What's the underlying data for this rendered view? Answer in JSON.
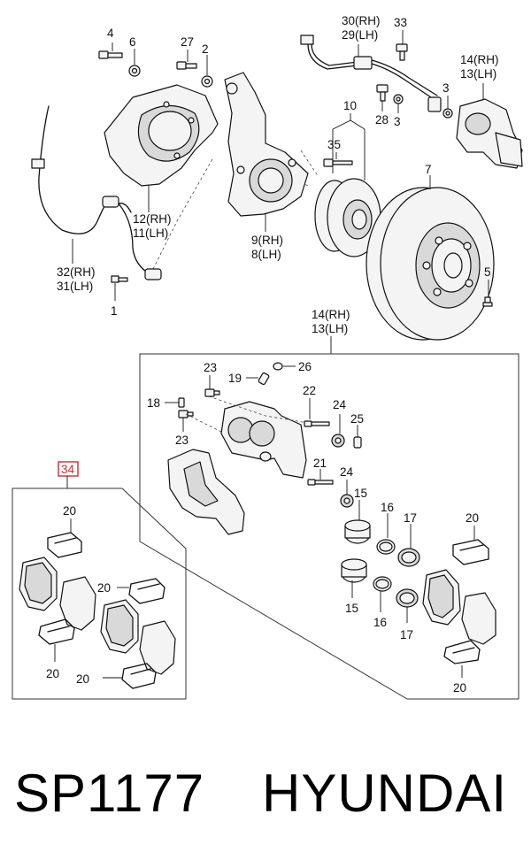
{
  "footer": {
    "part_code": "SP1177",
    "brand": "HYUNDAI"
  },
  "kit_label": "34",
  "colors": {
    "kit_label": "#c0313a"
  },
  "callouts": {
    "c1": "1",
    "c2": "2",
    "c3a": "3",
    "c3b": "3",
    "c4": "4",
    "c5": "5",
    "c6": "6",
    "c7": "7",
    "c8_9": [
      "9(RH)",
      "8(LH)"
    ],
    "c10": "10",
    "c11_12": [
      "12(RH)",
      "11(LH)"
    ],
    "c13_14_top": [
      "14(RH)",
      "13(LH)"
    ],
    "c13_14_mid": [
      "14(RH)",
      "13(LH)"
    ],
    "c15a": "15",
    "c15b": "15",
    "c16a": "16",
    "c16b": "16",
    "c17a": "17",
    "c17b": "17",
    "c18": "18",
    "c19": "19",
    "c20": [
      "20",
      "20",
      "20",
      "20",
      "20",
      "20"
    ],
    "c21": "21",
    "c22": "22",
    "c23a": "23",
    "c23b": "23",
    "c24a": "24",
    "c24b": "24",
    "c25": "25",
    "c26": "26",
    "c27": "27",
    "c28": "28",
    "c29_30": [
      "30(RH)",
      "29(LH)"
    ],
    "c31_32": [
      "32(RH)",
      "31(LH)"
    ],
    "c33": "33",
    "c35": "35"
  }
}
